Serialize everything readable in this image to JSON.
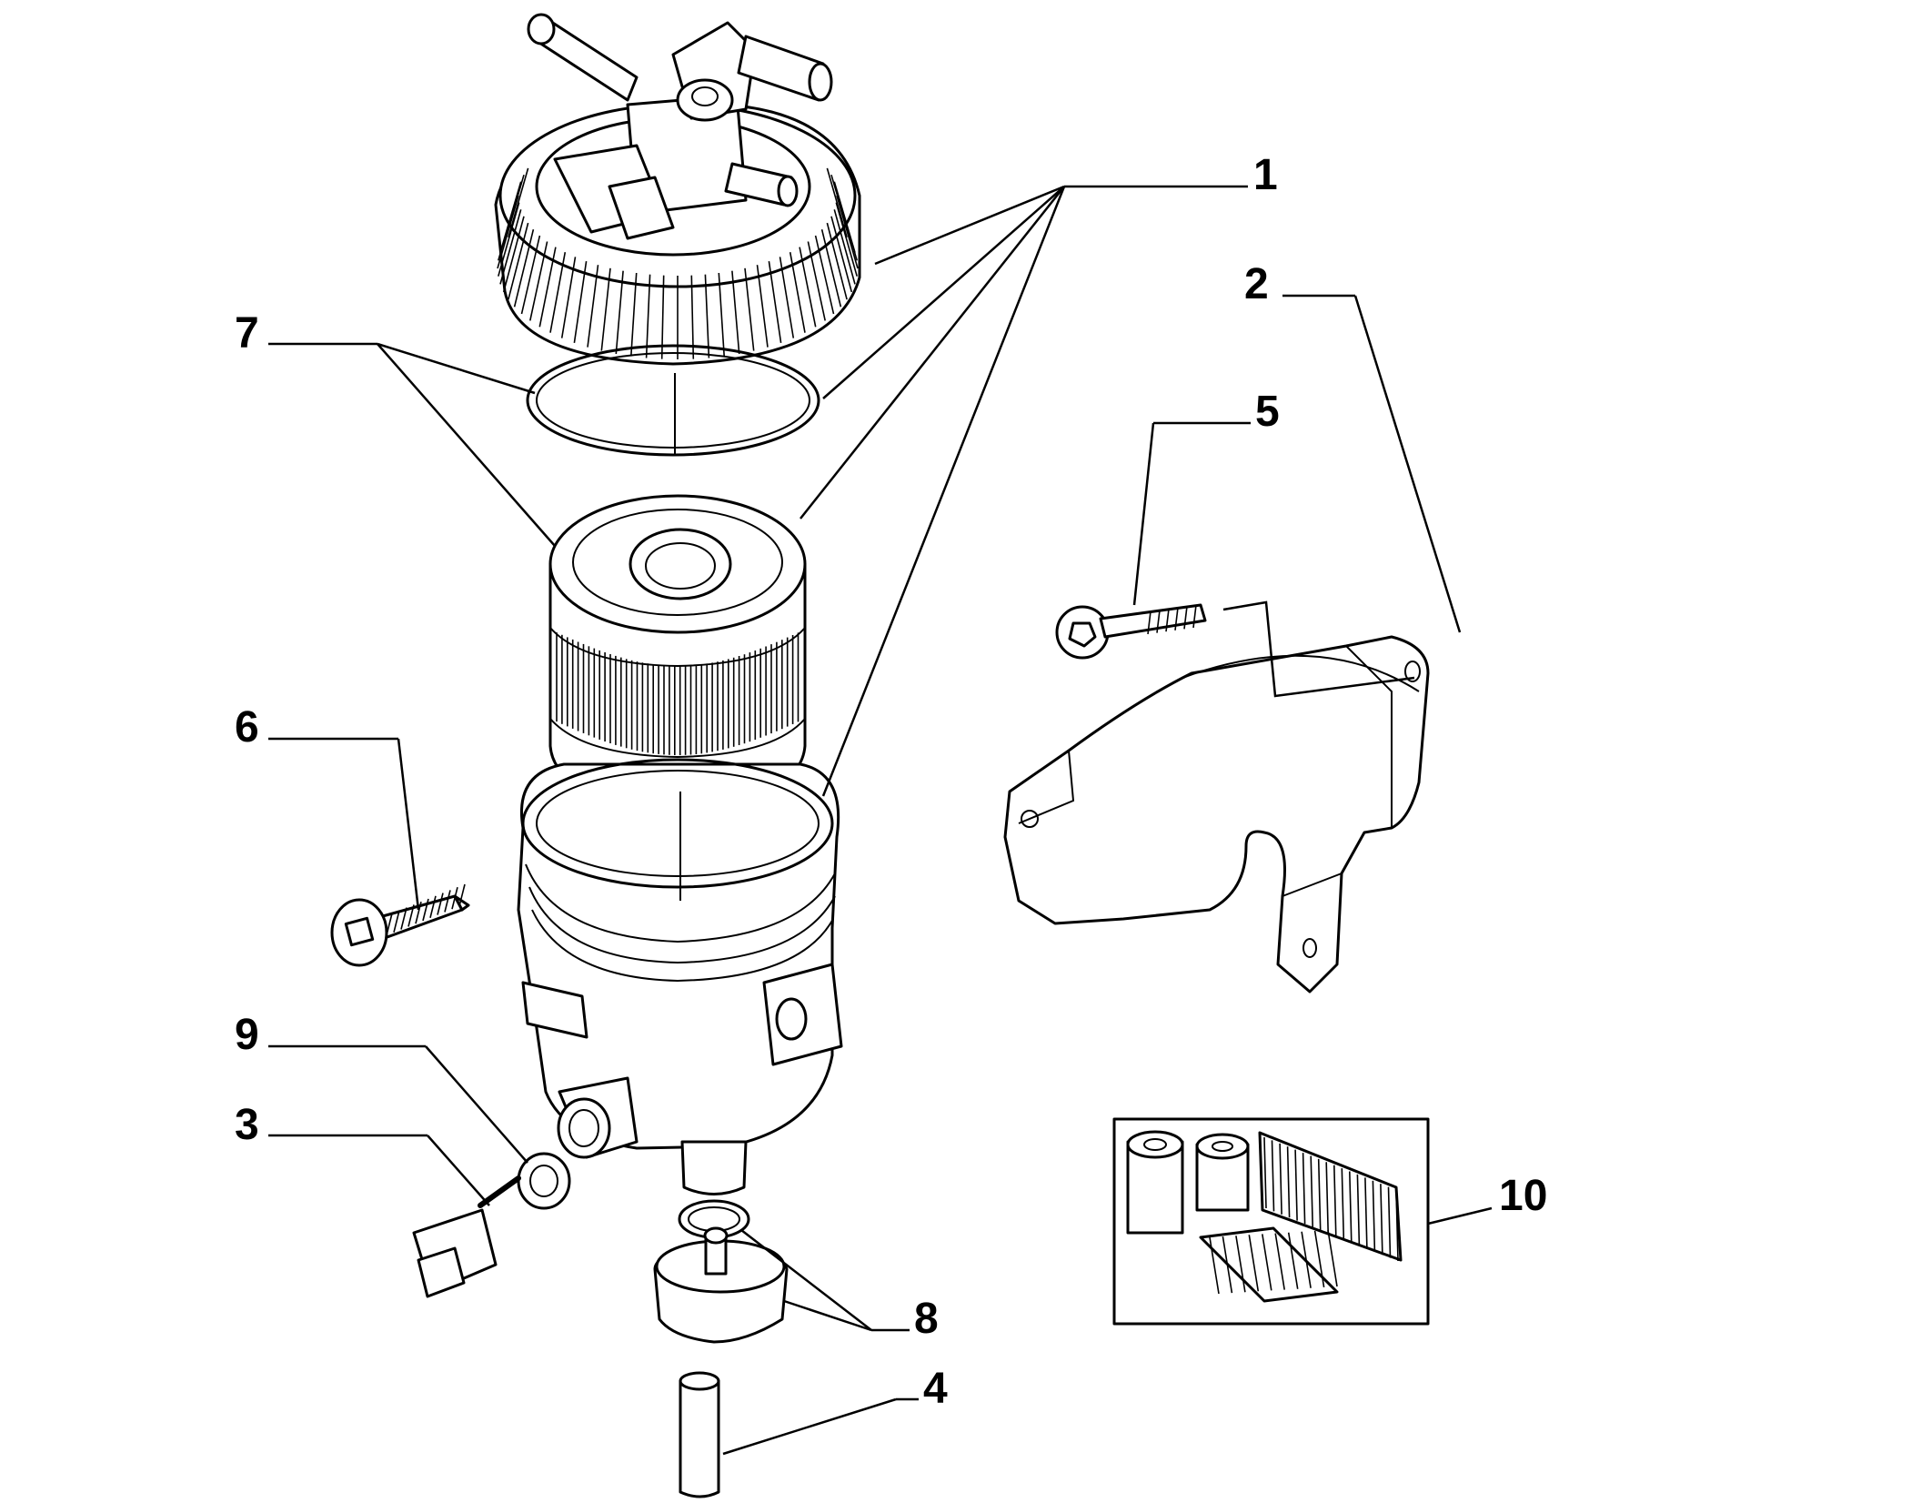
{
  "diagram": {
    "type": "exploded-parts-diagram",
    "colors": {
      "line": "#000000",
      "background": "#ffffff"
    },
    "callouts": [
      {
        "id": "1",
        "label": "1"
      },
      {
        "id": "2",
        "label": "2"
      },
      {
        "id": "3",
        "label": "3"
      },
      {
        "id": "4",
        "label": "4"
      },
      {
        "id": "5",
        "label": "5"
      },
      {
        "id": "6",
        "label": "6"
      },
      {
        "id": "7",
        "label": "7"
      },
      {
        "id": "8",
        "label": "8"
      },
      {
        "id": "9",
        "label": "9"
      },
      {
        "id": "10",
        "label": "10"
      }
    ]
  }
}
